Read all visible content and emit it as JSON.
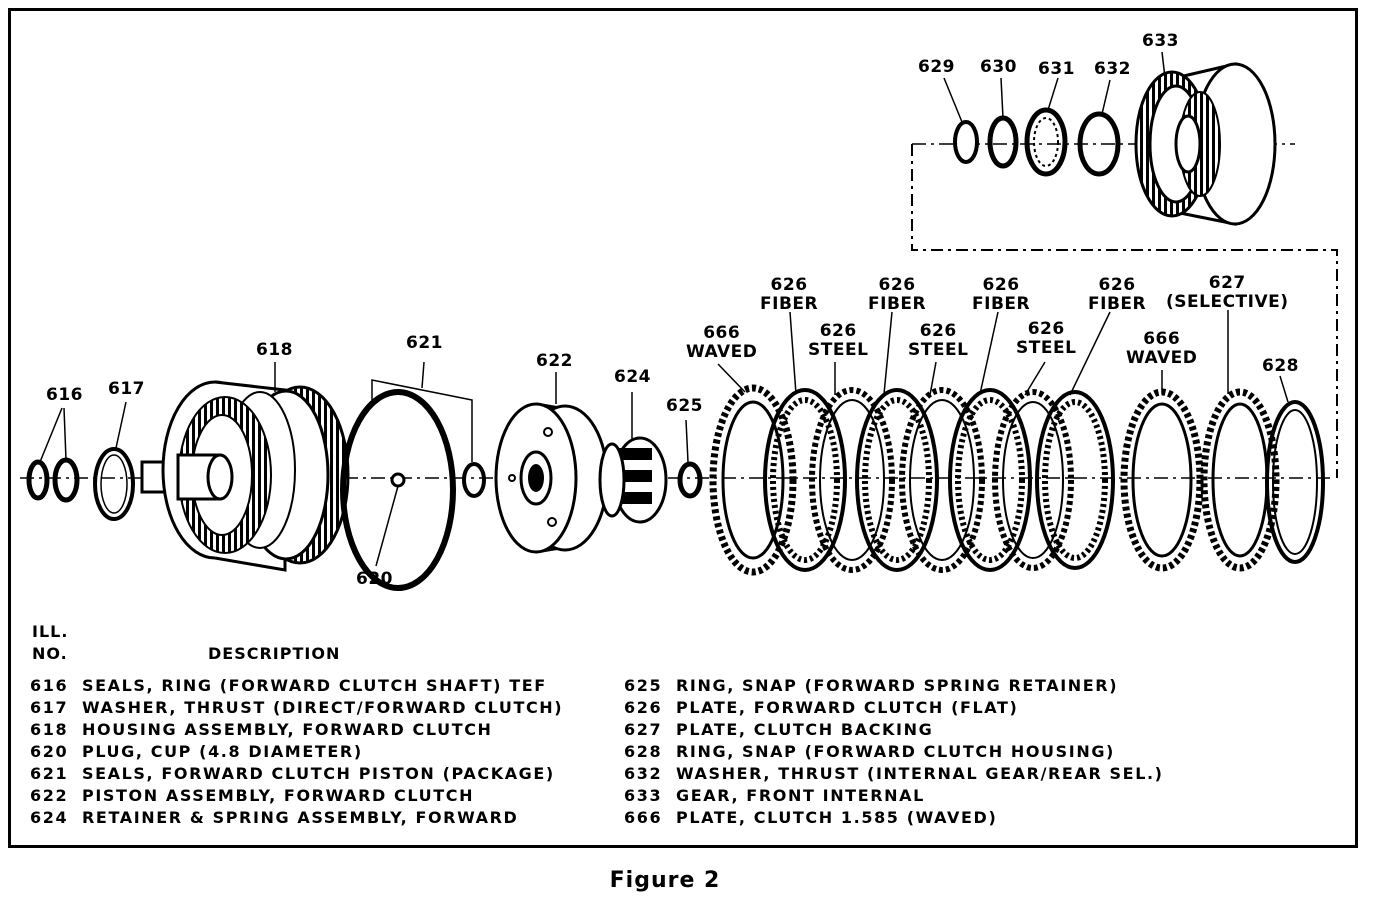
{
  "callouts": {
    "c616": "616",
    "c617": "617",
    "c618": "618",
    "c621": "621",
    "c620": "620",
    "c622": "622",
    "c624": "624",
    "c625": "625",
    "c666a_num": "666",
    "c666a_txt": "WAVED",
    "c626f1_num": "626",
    "c626f1_txt": "FIBER",
    "c626s1_num": "626",
    "c626s1_txt": "STEEL",
    "c626f2_num": "626",
    "c626f2_txt": "FIBER",
    "c626s2_num": "626",
    "c626s2_txt": "STEEL",
    "c626f3_num": "626",
    "c626f3_txt": "FIBER",
    "c626s3_num": "626",
    "c626s3_txt": "STEEL",
    "c626f4_num": "626",
    "c626f4_txt": "FIBER",
    "c666b_num": "666",
    "c666b_txt": "WAVED",
    "c627_num": "627",
    "c627_txt": "(SELECTIVE)",
    "c628": "628",
    "c629": "629",
    "c630": "630",
    "c631": "631",
    "c632": "632",
    "c633": "633"
  },
  "legend": {
    "ill": "ILL.",
    "no": "NO.",
    "description": "DESCRIPTION",
    "left": [
      {
        "no": "616",
        "text": "SEALS, RING (FORWARD CLUTCH SHAFT) TEF"
      },
      {
        "no": "617",
        "text": "WASHER, THRUST (DIRECT/FORWARD CLUTCH)"
      },
      {
        "no": "618",
        "text": "HOUSING ASSEMBLY, FORWARD CLUTCH"
      },
      {
        "no": "620",
        "text": "PLUG, CUP (4.8 DIAMETER)"
      },
      {
        "no": "621",
        "text": "SEALS, FORWARD CLUTCH PISTON (PACKAGE)"
      },
      {
        "no": "622",
        "text": "PISTON ASSEMBLY, FORWARD CLUTCH"
      },
      {
        "no": "624",
        "text": "RETAINER & SPRING ASSEMBLY, FORWARD"
      }
    ],
    "right": [
      {
        "no": "625",
        "text": "RING, SNAP (FORWARD SPRING RETAINER)"
      },
      {
        "no": "626",
        "text": "PLATE, FORWARD CLUTCH (FLAT)"
      },
      {
        "no": "627",
        "text": "PLATE, CLUTCH BACKING"
      },
      {
        "no": "628",
        "text": "RING, SNAP (FORWARD CLUTCH HOUSING)"
      },
      {
        "no": "632",
        "text": "WASHER, THRUST (INTERNAL GEAR/REAR SEL.)"
      },
      {
        "no": "633",
        "text": "GEAR, FRONT INTERNAL"
      },
      {
        "no": "666",
        "text": "PLATE, CLUTCH 1.585 (WAVED)"
      }
    ]
  },
  "caption": "Figure 2"
}
